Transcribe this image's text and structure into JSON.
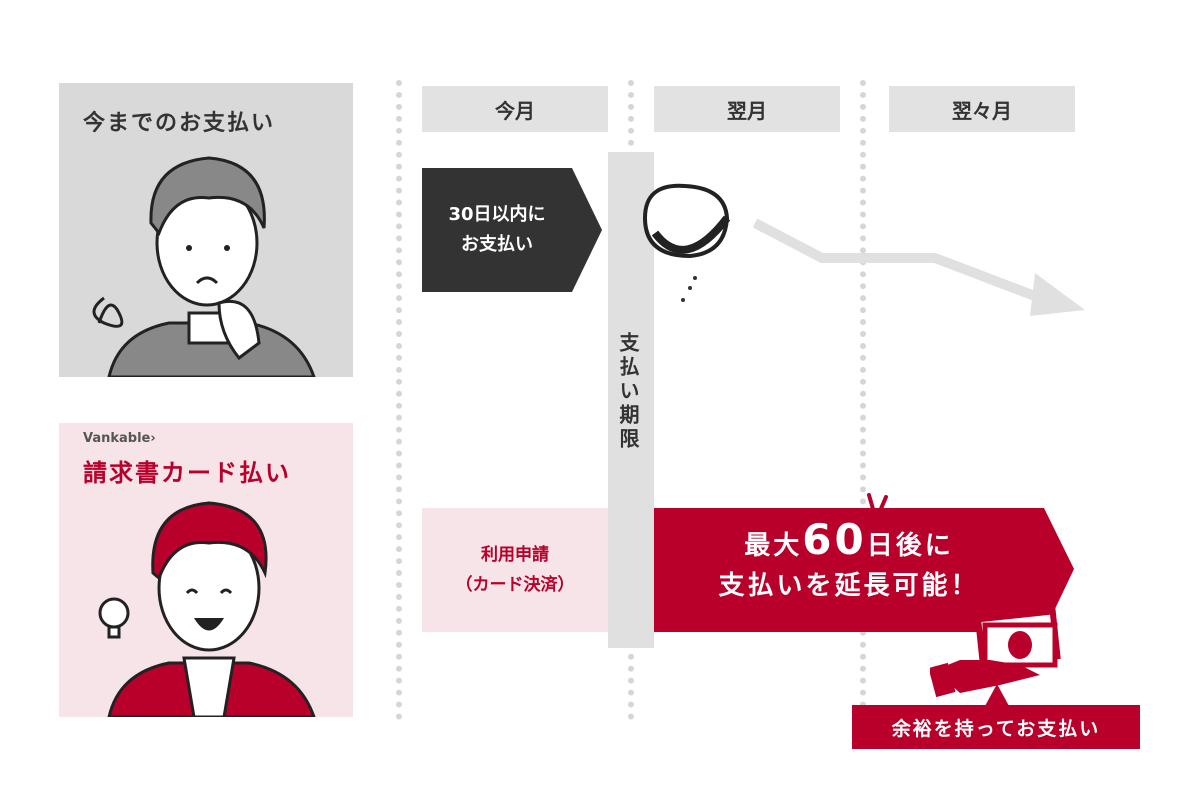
{
  "left": {
    "before_title": "今までのお支払い",
    "brand_logo": "Vankable›",
    "after_title": "請求書カード払い"
  },
  "columns": [
    "今月",
    "翌月",
    "翌々月"
  ],
  "deadline_label": "支払い期限",
  "before_arrow_lines": [
    "30日以内に",
    "お支払い"
  ],
  "apply_box_lines": [
    "利用申請",
    "（カード決済）"
  ],
  "extend_arrow": {
    "line1_prefix": "最大",
    "line1_number": "60",
    "line1_suffix": "日後に",
    "line2": "支払いを延長可能！"
  },
  "callout": "余裕を持ってお支払い",
  "colors": {
    "red": "#b8002a",
    "pink": "#f7e4e8",
    "gray": "#d9d9d9",
    "dark": "#333333"
  }
}
